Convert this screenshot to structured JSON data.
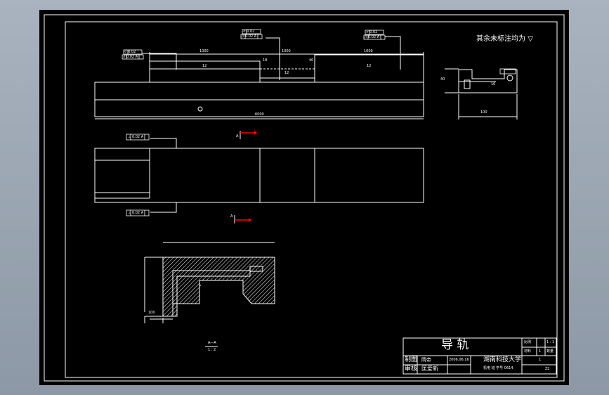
{
  "drawing": {
    "note": "其余未标注均为",
    "note_symbol": "▽"
  },
  "dims": {
    "d_1000_a": "1000",
    "d_1000_b": "1000",
    "d_1000_c": "1000",
    "d_6000": "6000",
    "d_18": "18",
    "d_12a": "12",
    "d_12b": "12",
    "d_12c": "12",
    "d_40a": "40",
    "d_40b": "40",
    "d_100side": "100",
    "d_10": "10",
    "d_section_100": "100"
  },
  "tolerance": {
    "f1": [
      "⌭",
      "0.02"
    ],
    "f1b": [
      "//",
      "0.02",
      "A"
    ],
    "f2": [
      "⌭",
      "0.02"
    ],
    "f2b": [
      "//",
      "0.02",
      "A"
    ],
    "f3": [
      "⌭",
      "0.02"
    ],
    "f3b": [
      "//",
      "0.02",
      "A"
    ],
    "f4": [
      "⊥",
      "0.02",
      "A"
    ],
    "f5": [
      "⊥",
      "0.02",
      "A"
    ]
  },
  "section": {
    "arrow_top": "A",
    "arrow_bottom": "A",
    "label_top": "A—A",
    "label_bottom": "1 : 2"
  },
  "title_block": {
    "part_name": "导 轨",
    "drawn_label": "制图",
    "drawn_name": "隋帝",
    "date": "2006.06.16",
    "checked_label": "审核",
    "checked_name": "匡爱新",
    "school": "湖南科技大学",
    "class_info": "机电 班 学号 0614",
    "scale_label": "比例",
    "scale_value": "1 : 1",
    "material_label": "材料",
    "qty_label": "数量",
    "sheet": "1",
    "count": "1",
    "weight": "Z2"
  }
}
